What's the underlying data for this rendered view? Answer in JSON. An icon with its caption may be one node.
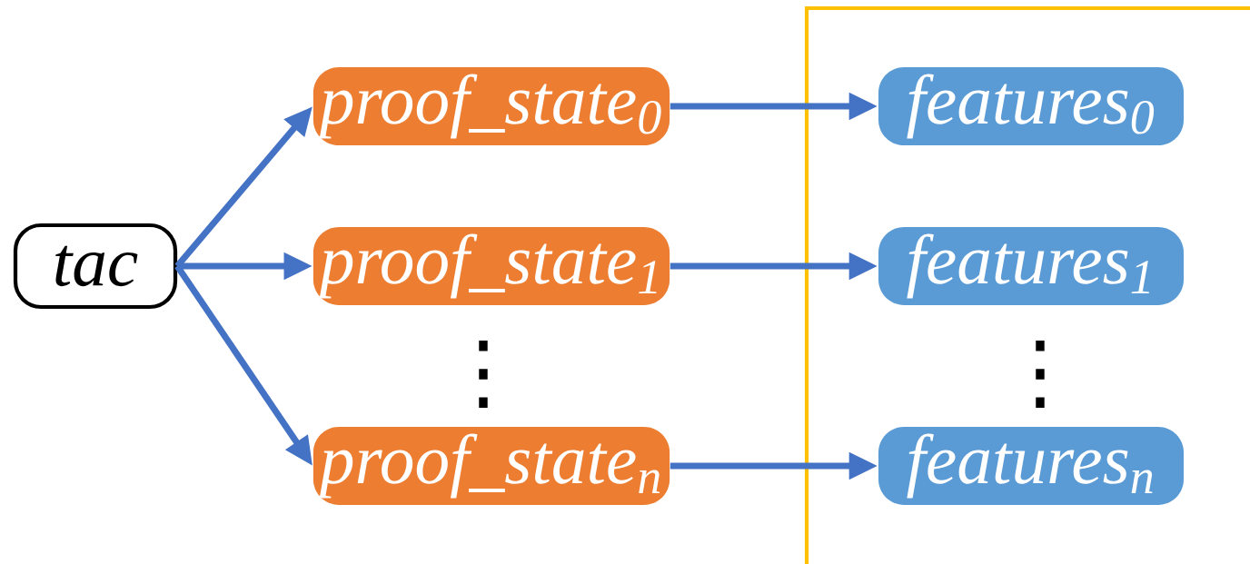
{
  "diagram": {
    "nodes": [
      {
        "text": [
          "tac"
        ]
      },
      {
        "text": [
          "proof_state$_{0}$"
        ]
      },
      {
        "text": [
          "proof_state$_{1}$"
        ]
      },
      {
        "text": [
          "proof_state$_{n}$"
        ]
      },
      {
        "text": [
          "features$_{0}$"
        ]
      },
      {
        "text": [
          "features$_{1}$"
        ]
      },
      {
        "text": [
          "features$_{n}$"
        ]
      }
    ],
    "edges": [
      {
        "from": 0,
        "to": 1,
        "arrow": "to"
      },
      {
        "from": 0,
        "to": 2,
        "arrow": "to"
      },
      {
        "from": 0,
        "to": 3,
        "arrow": "to"
      },
      {
        "from": 1,
        "to": 4,
        "arrow": "to"
      },
      {
        "from": 2,
        "to": 5,
        "arrow": "to"
      },
      {
        "from": 3,
        "to": 6,
        "arrow": "to"
      }
    ],
    "labels": [
      "⋮",
      "⋮"
    ]
  }
}
